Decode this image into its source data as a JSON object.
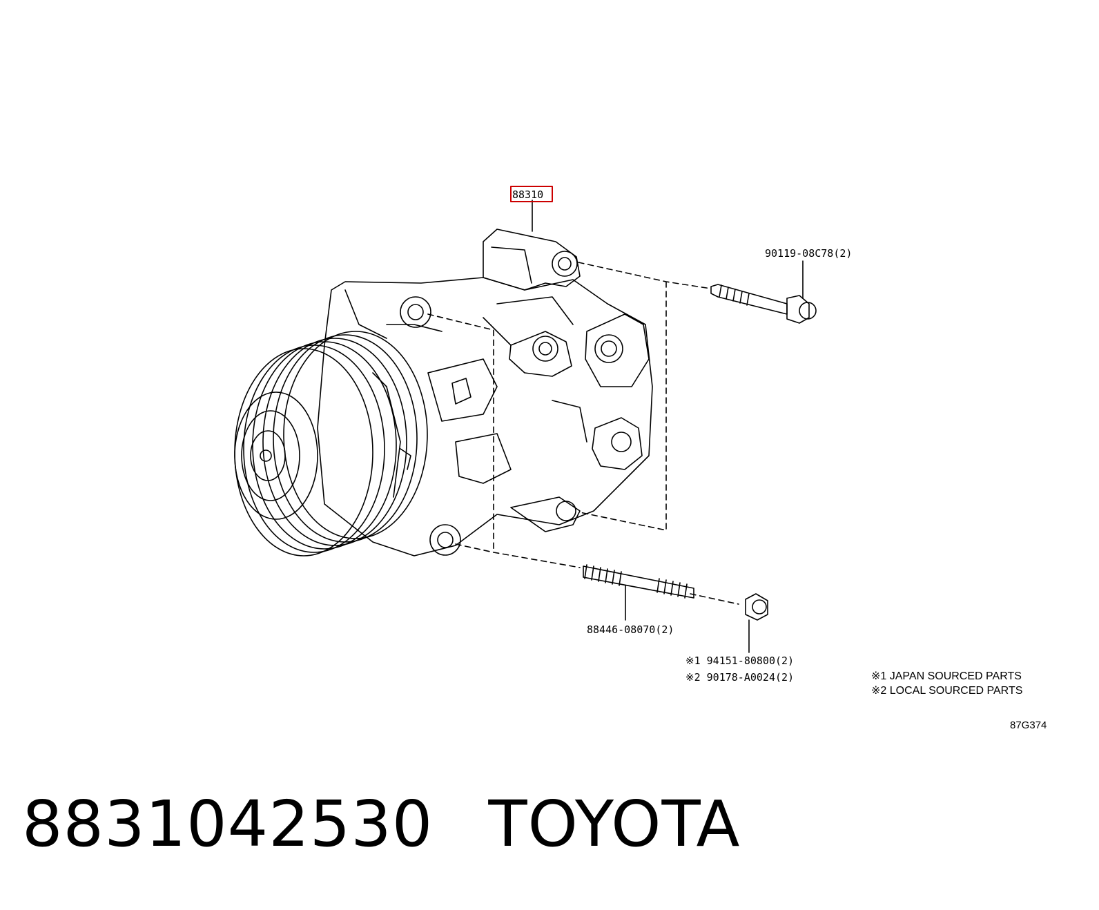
{
  "diagram": {
    "main_part_label": "88310",
    "main_part_highlight_color": "#cc0000",
    "callouts": {
      "upper_bolt": "90119-08C78(2)",
      "stud_bolt": "88446-08070(2)",
      "nut_option_1": "※1 94151-80800(2)",
      "nut_option_2": "※2 90178-A0024(2)"
    },
    "notes": [
      "※1 JAPAN SOURCED PARTS",
      "※2 LOCAL SOURCED PARTS"
    ],
    "illustration_code": "87G374"
  },
  "title": {
    "part_number": "8831042530",
    "brand": "TOYOTA"
  }
}
